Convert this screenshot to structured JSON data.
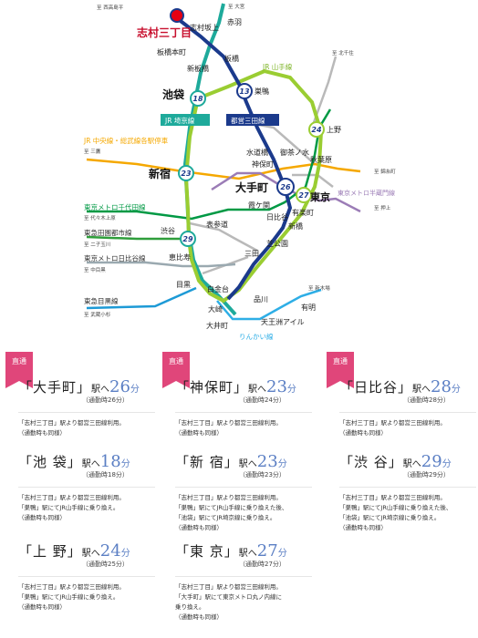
{
  "map": {
    "home": "志村三丁目",
    "stations": {
      "omiya": "至 大宮",
      "nishitakashimadaira": "至 西高島平",
      "shimurasakaue": "志村坂上",
      "akabane": "赤羽",
      "itabashihoncho": "板橋本町",
      "itabashi": "板橋",
      "shinitabashi": "新板橋",
      "ikebukuro": "池袋",
      "sugamo": "巣鴨",
      "kitasenju": "至 北千住",
      "ueno": "上野",
      "suidobashi": "水道橋",
      "ochanomizu": "御茶ノ水",
      "jimbocho": "神保町",
      "akihabara": "秋葉原",
      "kinshicho": "至 錦糸町",
      "otemachi": "大手町",
      "tokyo": "東京",
      "oshiage": "至 押上",
      "shinjuku": "新宿",
      "mitaka": "至 三鷹",
      "kasumigaseki": "霞ケ関",
      "hibiya": "日比谷",
      "yurakucho": "有楽町",
      "shinbashi": "新橋",
      "omotesando": "表参道",
      "shibuya": "渋谷",
      "yoyogiuehara": "至 代々木上原",
      "futakotamagawa": "至 二子玉川",
      "nakameguro": "至 中目黒",
      "musashikosugi": "至 武蔵小杉",
      "ebisu": "恵比寿",
      "mita": "三田",
      "shibakoen": "芝公園",
      "meguro": "目黒",
      "shirokanedai": "白金台",
      "shinagawa": "品川",
      "shinkiba": "至 新木場",
      "ariake": "有明",
      "osaki": "大崎",
      "tennozuisle": "天王洲アイル",
      "oimachi": "大井町"
    },
    "times": {
      "ikebukuro": "18",
      "sugamo": "13",
      "ueno": "24",
      "shinjuku": "23",
      "otemachi": "26",
      "tokyo": "27",
      "shibuya": "29"
    },
    "lines": {
      "jr_yamanote": "JR 山手線",
      "jr_saikyo": "JR 埼京線",
      "mita": "都営三田線",
      "jr_chuo": "JR 中央線・総武線各駅停車",
      "chiyoda": "東京メトロ千代田線",
      "denentoshi": "東急田園都市線",
      "hibiya": "東京メトロ日比谷線",
      "meguro": "東急目黒線",
      "hanzomon": "東京メトロ半蔵門線",
      "rinkai": "りんかい線"
    }
  },
  "cards": [
    {
      "badge": "直通",
      "entries": [
        {
          "name": "「大手町」",
          "he": "駅へ",
          "min": "26",
          "fun": "分",
          "sub": "（通勤時26分）",
          "note": [
            "「志村三丁目」駅より都営三田線利用。",
            "（通勤時も同様）"
          ]
        },
        {
          "name": "「池 袋」",
          "he": "駅へ",
          "min": "18",
          "fun": "分",
          "sub": "（通勤時18分）",
          "note": [
            "「志村三丁目」駅より都営三田線利用。",
            "「巣鴨」駅にてJR山手線に乗り換え。",
            "（通勤時も同様）"
          ]
        },
        {
          "name": "「上 野」",
          "he": "駅へ",
          "min": "24",
          "fun": "分",
          "sub": "（通勤時25分）",
          "note": [
            "「志村三丁目」駅より都営三田線利用。",
            "「巣鴨」駅にてJR山手線に乗り換え。",
            "（通勤時も同様）"
          ]
        }
      ]
    },
    {
      "badge": "直通",
      "entries": [
        {
          "name": "「神保町」",
          "he": "駅へ",
          "min": "23",
          "fun": "分",
          "sub": "（通勤時24分）",
          "note": [
            "「志村三丁目」駅より都営三田線利用。",
            "（通勤時も同様）"
          ]
        },
        {
          "name": "「新 宿」",
          "he": "駅へ",
          "min": "23",
          "fun": "分",
          "sub": "（通勤時23分）",
          "note": [
            "「志村三丁目」駅より都営三田線利用。",
            "「巣鴨」駅にてJR山手線に乗り換えた後、",
            "「池袋」駅にてJR埼京線に乗り換え。",
            "（通勤時も同様）"
          ]
        },
        {
          "name": "「東 京」",
          "he": "駅へ",
          "min": "27",
          "fun": "分",
          "sub": "（通勤時27分）",
          "note": [
            "「志村三丁目」駅より都営三田線利用。",
            "「大手町」駅にて東京メトロ丸ノ内線に",
            "乗り換え。",
            "（通勤時も同様）"
          ]
        }
      ]
    },
    {
      "badge": "直通",
      "entries": [
        {
          "name": "「日比谷」",
          "he": "駅へ",
          "min": "28",
          "fun": "分",
          "sub": "（通勤時28分）",
          "note": [
            "「志村三丁目」駅より都営三田線利用。",
            "（通勤時も同様）"
          ]
        },
        {
          "name": "「渋 谷」",
          "he": "駅へ",
          "min": "29",
          "fun": "分",
          "sub": "（通勤時29分）",
          "note": [
            "「志村三丁目」駅より都営三田線利用。",
            "「巣鴨」駅にてJR山手線に乗り換えた後、",
            "「池袋」駅にてJR埼京線に乗り換え。",
            "（通勤時も同様）"
          ]
        }
      ]
    }
  ]
}
